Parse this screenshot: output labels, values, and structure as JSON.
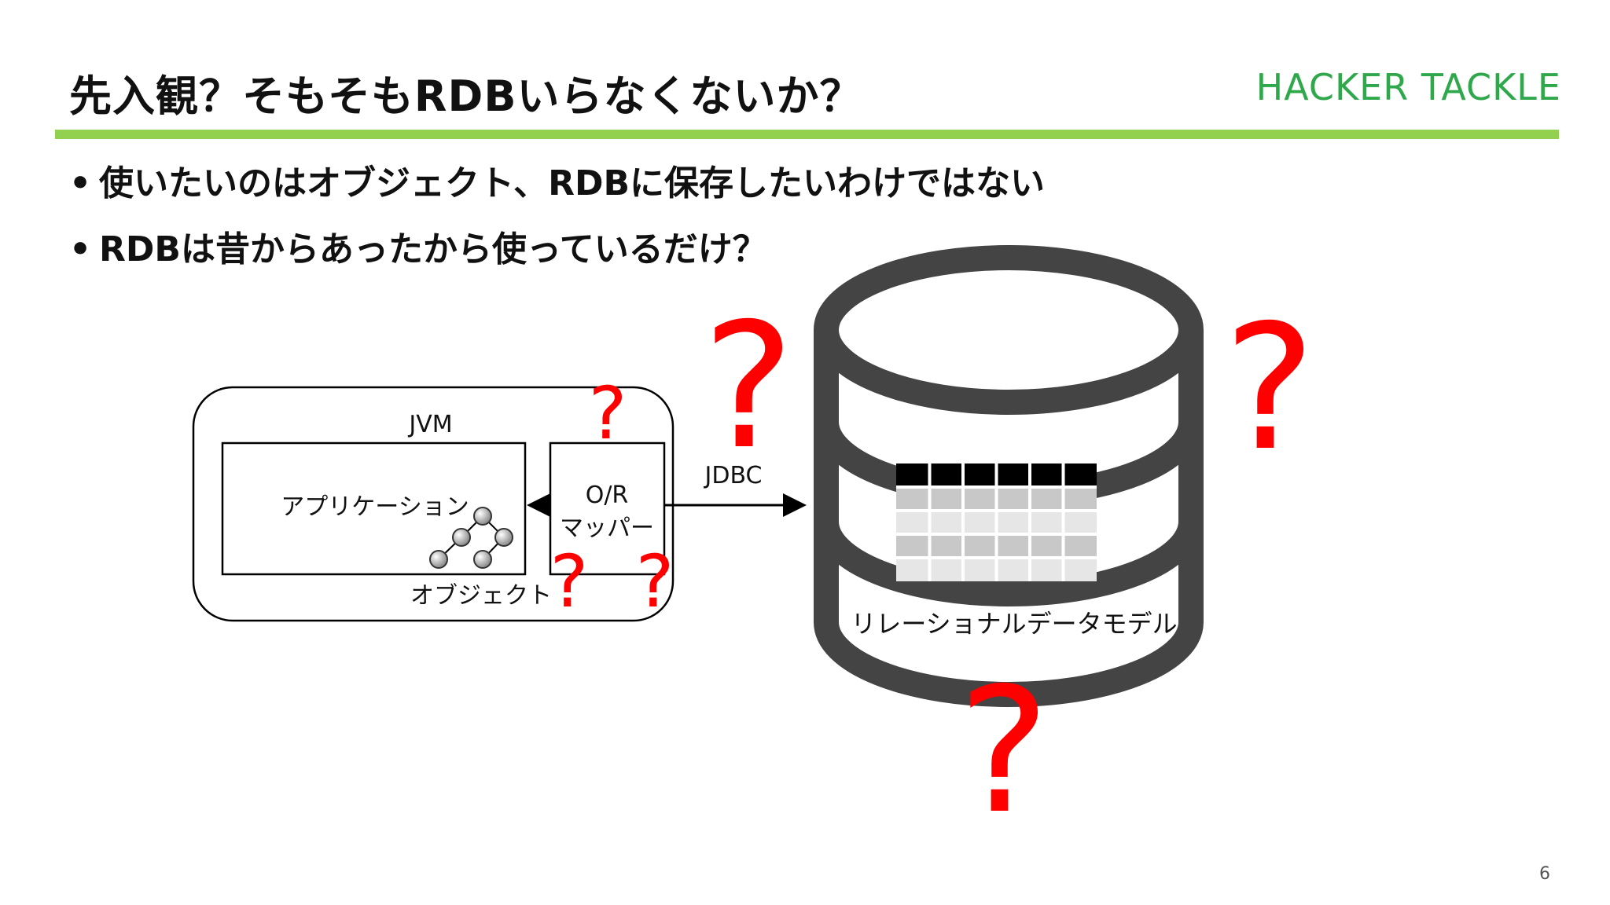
{
  "slide": {
    "title": "先入観？そもそもRDBいらなくないか？",
    "brand": "HACKER TACKLE",
    "page_number": "6"
  },
  "colors": {
    "accent_green": "#92d050",
    "brand_green": "#2ea84a",
    "question_red": "#ff0000",
    "db_gray": "#444444",
    "table_header": "#000000",
    "table_cell_dark": "#c8c8c8",
    "table_cell_light": "#e6e6e6"
  },
  "bullets": [
    "使いたいのはオブジェクト、RDBに保存したいわけではない",
    "RDBは昔からあったから使っているだけ？"
  ],
  "diagram": {
    "jvm_label": "JVM",
    "application_label": "アプリケーション",
    "object_label": "オブジェクト",
    "mapper_line1": "O/R",
    "mapper_line2": "マッパー",
    "jdbc_label": "JDBC",
    "model_label": "リレーショナルデータモデル",
    "question_mark": "?"
  },
  "icons": [
    "object-graph-icon",
    "database-cylinder-icon",
    "table-grid-icon",
    "arrow-icon"
  ]
}
